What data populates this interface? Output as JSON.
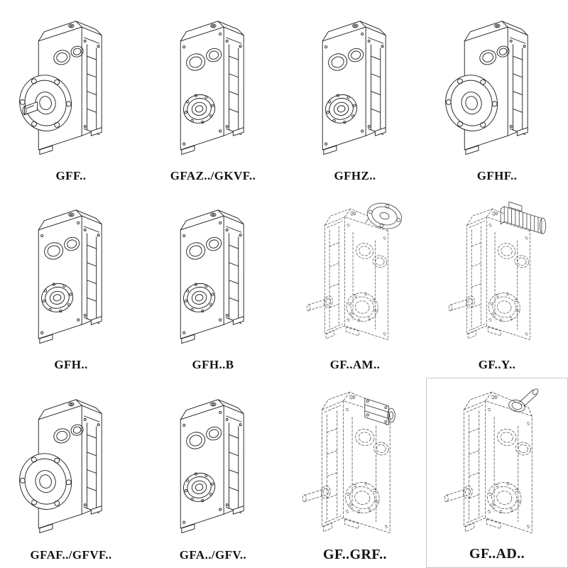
{
  "page": {
    "background": "#ffffff",
    "line_color_solid": "#1a1a1a",
    "line_color_ghost": "#555555",
    "description": "Catalog sheet of GF-series parallel shaft helical gear reducer variants, isometric line drawings with model code labels"
  },
  "cells": [
    {
      "label": "GFF..",
      "symbol": "#g-flange"
    },
    {
      "label": "GFAZ../GKVF..",
      "symbol": "#g-bores"
    },
    {
      "label": "GFHZ..",
      "symbol": "#g-bores"
    },
    {
      "label": "GFHF..",
      "symbol": "#g-flange-hollow"
    },
    {
      "label": "GFH..",
      "symbol": "#g-bores"
    },
    {
      "label": "GFH..B",
      "symbol": "#g-bores"
    },
    {
      "label": "GF..AM..",
      "symbol": "#g-am"
    },
    {
      "label": "GF..Y..",
      "symbol": "#g-y"
    },
    {
      "label": "GFAF../GFVF..",
      "symbol": "#g-flange-hollow"
    },
    {
      "label": "GFA../GFV..",
      "symbol": "#g-bores"
    },
    {
      "label": "GF..GRF..",
      "symbol": "#g-grf"
    },
    {
      "label": "GF..AD..",
      "symbol": "#g-ad"
    }
  ]
}
